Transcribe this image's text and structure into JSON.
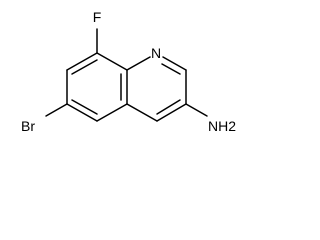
{
  "structure": {
    "atoms": {
      "fluorine": "F",
      "nitrogen": "N",
      "bromine": "Br",
      "amine": "NH2"
    }
  },
  "colors": {
    "background": "#ffffff",
    "ink": "#000000"
  }
}
